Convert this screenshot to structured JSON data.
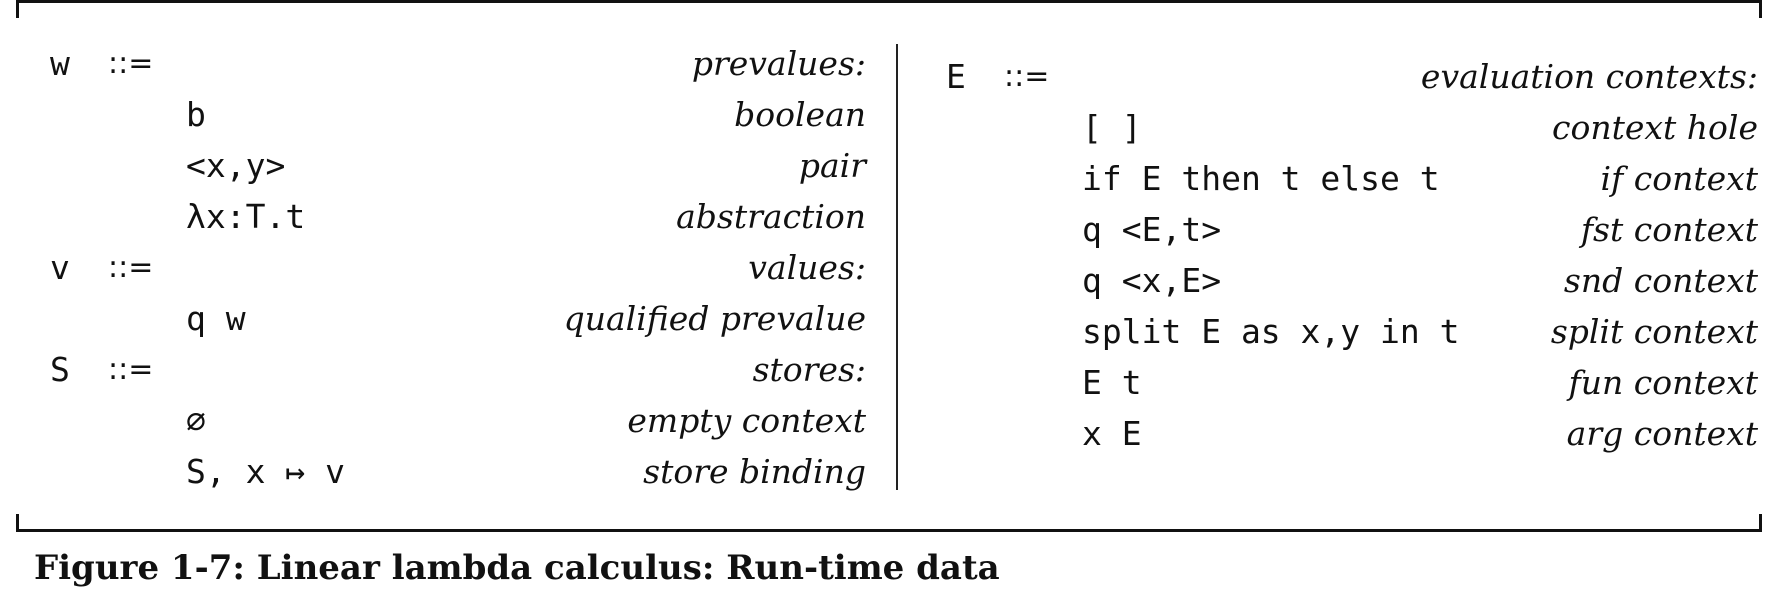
{
  "figure": {
    "caption": "Figure 1-7: Linear lambda calculus: Run-time data",
    "left_grammar": [
      {
        "nonterminal": "w",
        "definer": "::=",
        "production": "",
        "description": "prevalues:"
      },
      {
        "nonterminal": "",
        "definer": "",
        "production": "b",
        "description": "boolean"
      },
      {
        "nonterminal": "",
        "definer": "",
        "production": "<x,y>",
        "description": "pair"
      },
      {
        "nonterminal": "",
        "definer": "",
        "production": "λx:T.t",
        "description": "abstraction"
      },
      {
        "nonterminal": "v",
        "definer": "::=",
        "production": "",
        "description": "values:"
      },
      {
        "nonterminal": "",
        "definer": "",
        "production": "q w",
        "description": "qualified prevalue"
      },
      {
        "nonterminal": "S",
        "definer": "::=",
        "production": "",
        "description": "stores:"
      },
      {
        "nonterminal": "",
        "definer": "",
        "production": "∅",
        "description": "empty context"
      },
      {
        "nonterminal": "",
        "definer": "",
        "production": "S, x ↦ v",
        "description": "store binding"
      }
    ],
    "right_grammar": [
      {
        "nonterminal": "E",
        "definer": "::=",
        "production": "",
        "description": "evaluation contexts:"
      },
      {
        "nonterminal": "",
        "definer": "",
        "production": "[ ]",
        "description": "context hole"
      },
      {
        "nonterminal": "",
        "definer": "",
        "production": "if E then t else t",
        "description": "if context"
      },
      {
        "nonterminal": "",
        "definer": "",
        "production": "q <E,t>",
        "description": "fst context"
      },
      {
        "nonterminal": "",
        "definer": "",
        "production": "q <x,E>",
        "description": "snd context"
      },
      {
        "nonterminal": "",
        "definer": "",
        "production": "split E as x,y in t",
        "description": "split context"
      },
      {
        "nonterminal": "",
        "definer": "",
        "production": "E t",
        "description": "fun context"
      },
      {
        "nonterminal": "",
        "definer": "",
        "production": "x E",
        "description": "arg context"
      }
    ]
  }
}
